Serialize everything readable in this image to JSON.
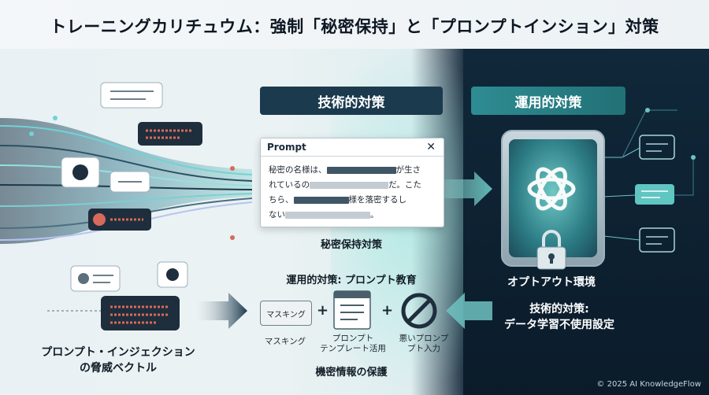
{
  "title": "トレーニングカリチュウム：強制「秘密保持」と「プロンプトインション」対策",
  "sections": {
    "technical": "技術的対策",
    "operational": "運用的対策"
  },
  "prompt_box": {
    "header": "Prompt",
    "line1_a": "秘密の名様は、",
    "line1_b": "が生さ",
    "line2_a": "れているの",
    "line2_b": "だ。こた",
    "line3_a": "ちら、",
    "line3_b": "様を落密するし",
    "line4_a": "ない",
    "line4_b": "。"
  },
  "captions": {
    "secret_keeping": "秘密保持対策",
    "ops_education": "運用的対策: プロンプト教育",
    "masking_chip": "マスキング",
    "masking": "マスキング",
    "template_1": "プロンプト",
    "template_2": "テンプレート活用",
    "bad_1": "悪いプロンプ",
    "bad_2": "プト入力",
    "confidential": "機密情報の保護",
    "threat_1": "プロンプト・インジェクション",
    "threat_2": "の脅威ベクトル",
    "opt_out": "オプトアウト環境",
    "tech_setting_1": "技術的対策:",
    "tech_setting_2": "データ学習不使用設定"
  },
  "icons": {
    "prompt_close": "✕",
    "plus": "+"
  },
  "colors": {
    "accent_teal": "#2e8c92",
    "dark_navy": "#1b3a4e",
    "redact": "#3f5666"
  },
  "copyright": "© 2025 AI KnowledgeFlow"
}
